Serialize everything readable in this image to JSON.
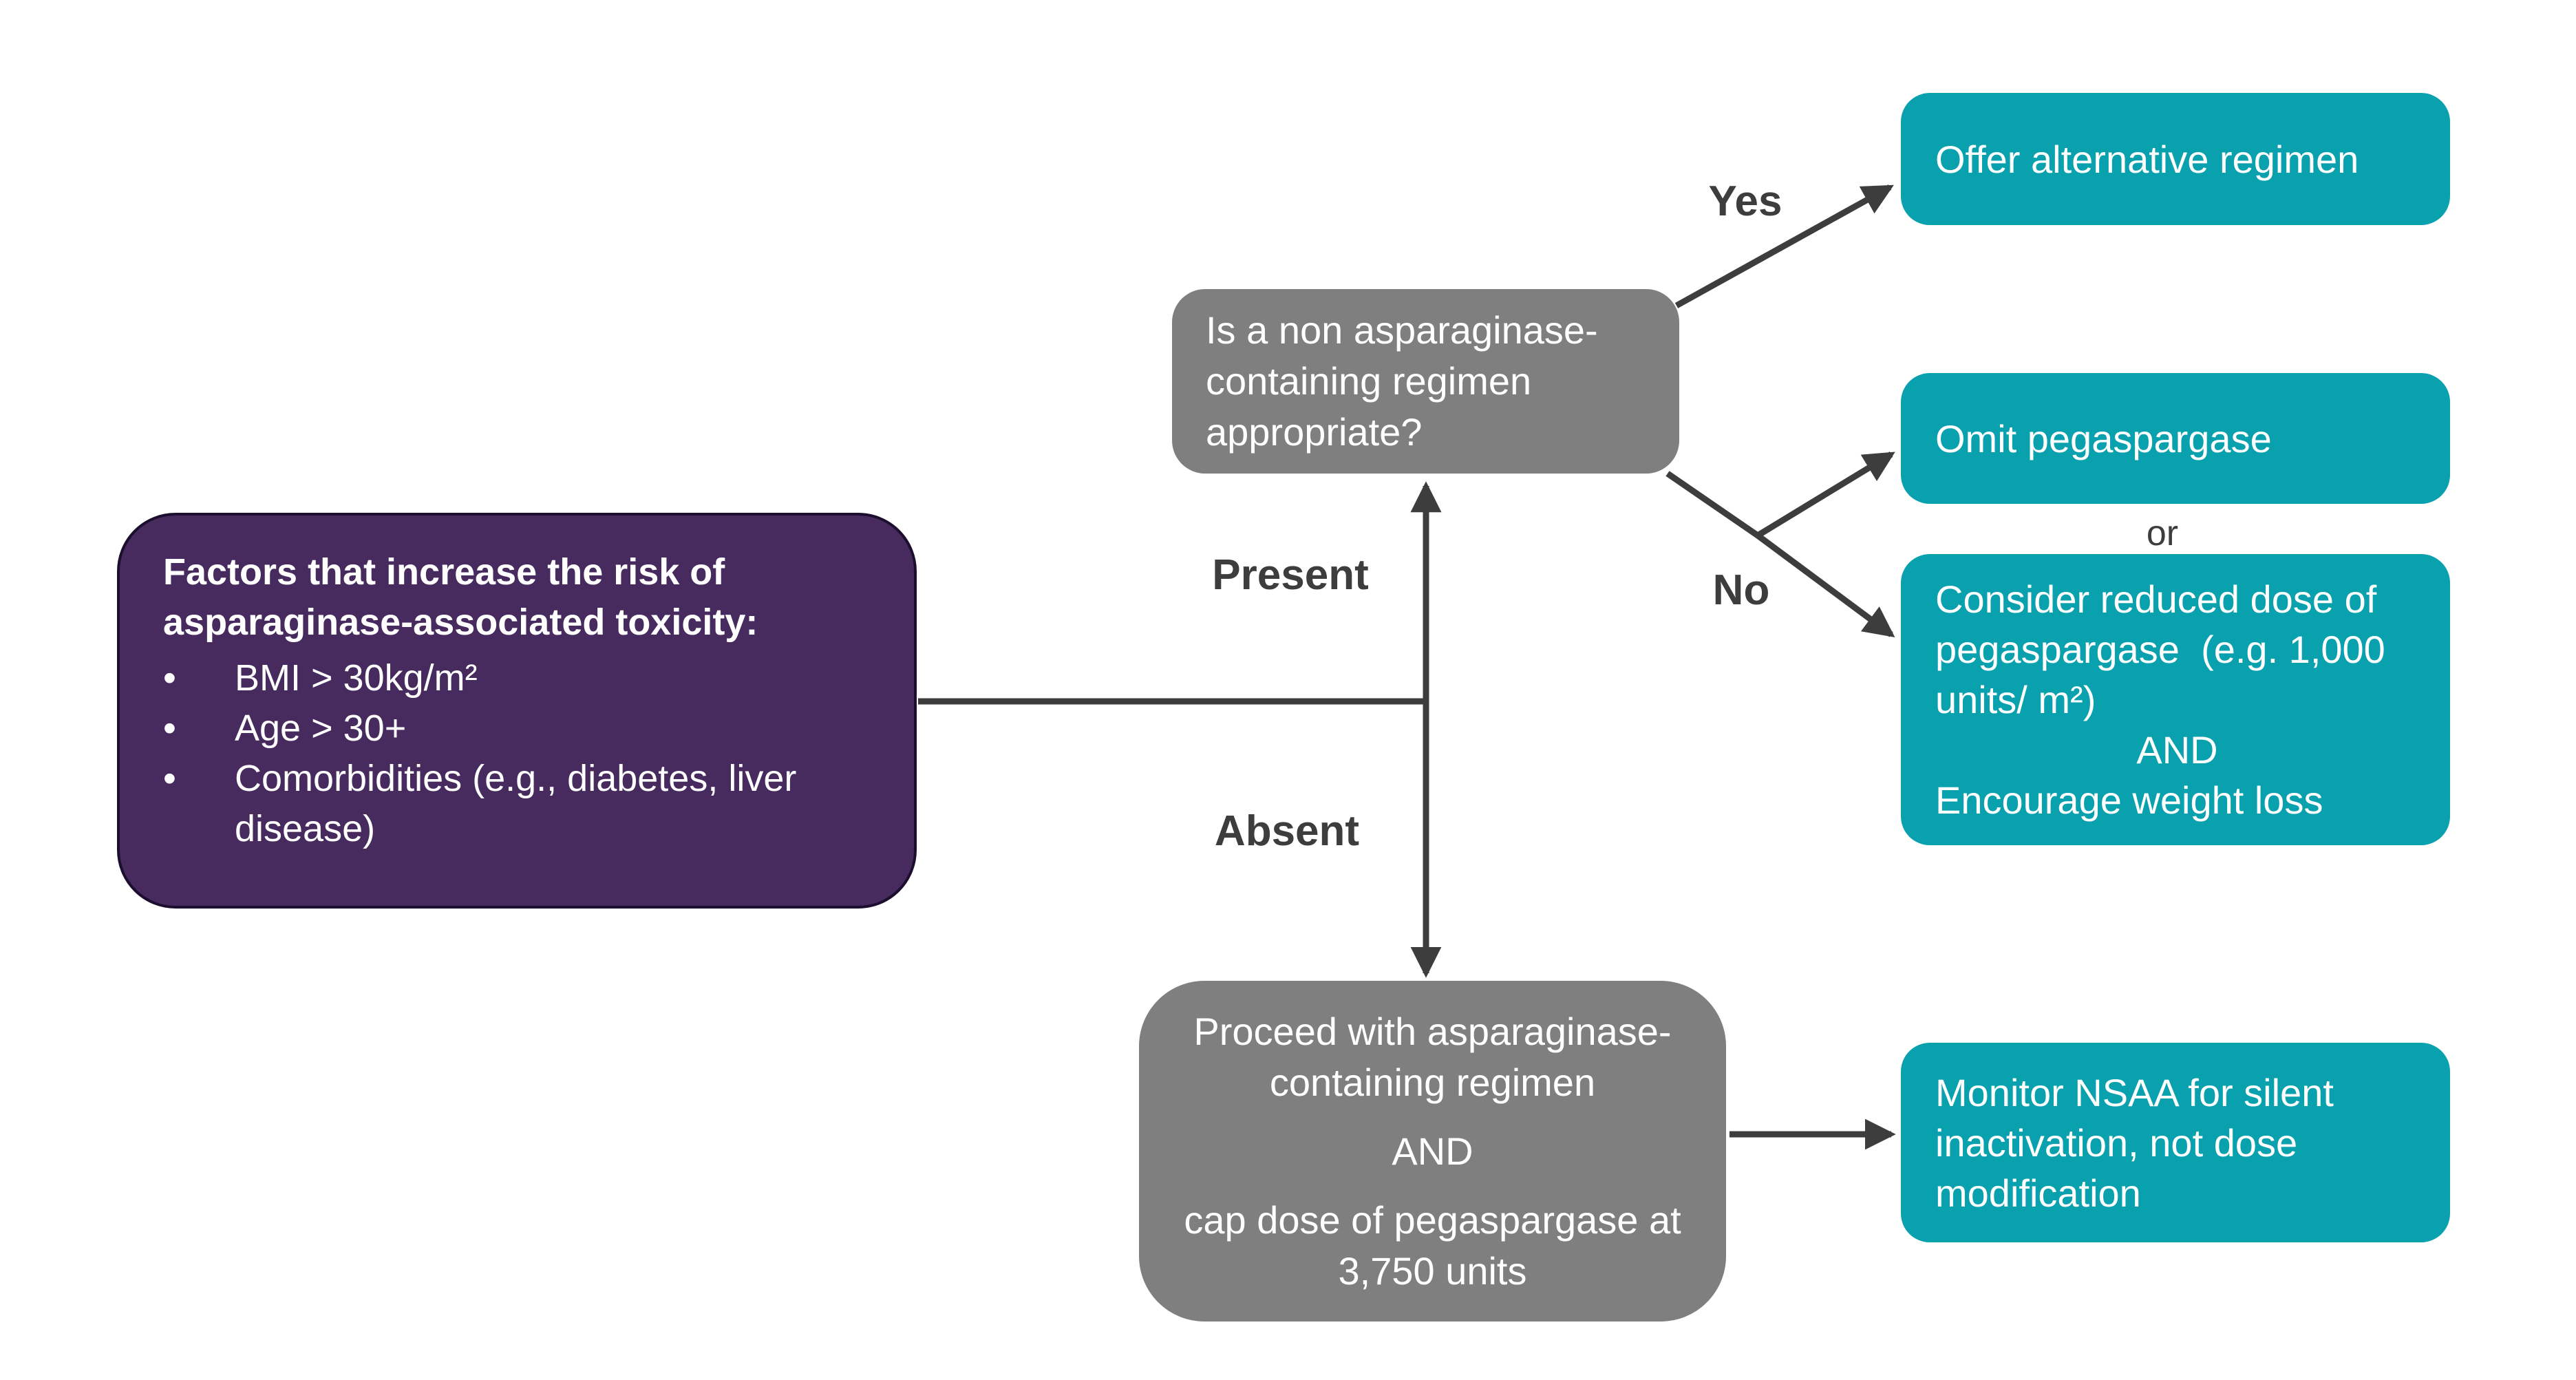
{
  "colors": {
    "purple_fill": "#472A5E",
    "purple_border": "#1C0E2E",
    "gray_fill": "#7F7F7F",
    "teal_fill": "#0AA1AF",
    "arrow_and_label": "#3D3D3D",
    "box_text": "#FFFFFF"
  },
  "risk_box": {
    "heading": "Factors that increase the risk of asparaginase-associated toxicity:",
    "bullets": [
      "BMI > 30kg/m²",
      "Age > 30+",
      "Comorbidities (e.g., diabetes, liver disease)"
    ]
  },
  "question_box": {
    "text": "Is a non asparaginase-containing regimen appropriate?"
  },
  "branch_labels": {
    "yes": "Yes",
    "no": "No",
    "present": "Present",
    "absent": "Absent",
    "or": "or"
  },
  "outcomes": {
    "offer": {
      "text": "Offer alternative regimen"
    },
    "omit": {
      "text": "Omit pegaspargase"
    },
    "consider": {
      "line1": "Consider reduced dose of pegaspargase  (e.g. 1,000 units/ m²)",
      "and": "AND",
      "line2": "Encourage weight loss"
    },
    "monitor": {
      "text": "Monitor NSAA for silent inactivation, not dose modification"
    }
  },
  "proceed_box": {
    "line1": "Proceed with asparaginase-containing regimen",
    "and": "AND",
    "line2": "cap dose of pegaspargase at 3,750 units"
  }
}
